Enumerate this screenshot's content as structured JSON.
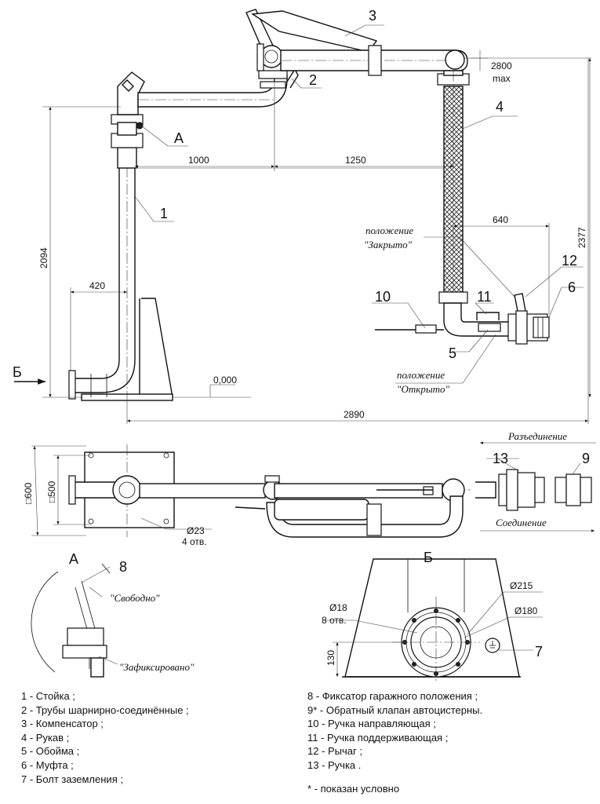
{
  "callouts": {
    "c1": "1",
    "c2": "2",
    "c3": "3",
    "c4": "4",
    "c5": "5",
    "c6": "6",
    "c7": "7",
    "c8": "8",
    "c9": "9",
    "c10": "10",
    "c11": "11",
    "c12": "12",
    "c13": "13"
  },
  "view_letters": {
    "a_mark": "A",
    "b_mark": "Б",
    "a_title": "А",
    "b_title": "Б"
  },
  "dimensions": {
    "d1000": "1000",
    "d1250": "1250",
    "d2800": "2800",
    "d_max": "max",
    "d2377": "2377",
    "d2094": "2094",
    "d640": "640",
    "d420": "420",
    "d2890": "2890",
    "d0": "0,000",
    "d600": "□600",
    "d500": "□500",
    "d23": "Ø23",
    "d4holes": "4 отв.",
    "d215": "Ø215",
    "d18": "Ø18",
    "d8holes": "8 отв.",
    "d180": "Ø180",
    "d130": "130"
  },
  "annotations": {
    "pos_closed_1": "положение",
    "pos_closed_2": "\"Закрыто\"",
    "pos_open_1": "положение",
    "pos_open_2": "\"Открыто\"",
    "disconnect": "Разъединение",
    "connect": "Соединение",
    "free": "\"Свободно\"",
    "fixed": "\"Зафиксировано\""
  },
  "legend_left": [
    "1 - Стойка ;",
    "2 - Трубы шарнирно-соединённые ;",
    "3 - Компенсатор ;",
    "4 - Рукав ;",
    "5 - Обойма ;",
    "6 - Муфта ;",
    "7 - Болт заземления ;"
  ],
  "legend_right": [
    "8 - Фиксатор гаражного положения ;",
    "9* - Обратный клапан автоцистерны.",
    "10 - Ручка направляющая ;",
    "11 - Ручка поддерживающая ;",
    "12 - Рычаг ;",
    "13 - Ручка ."
  ],
  "footnote": "* - показан условно"
}
